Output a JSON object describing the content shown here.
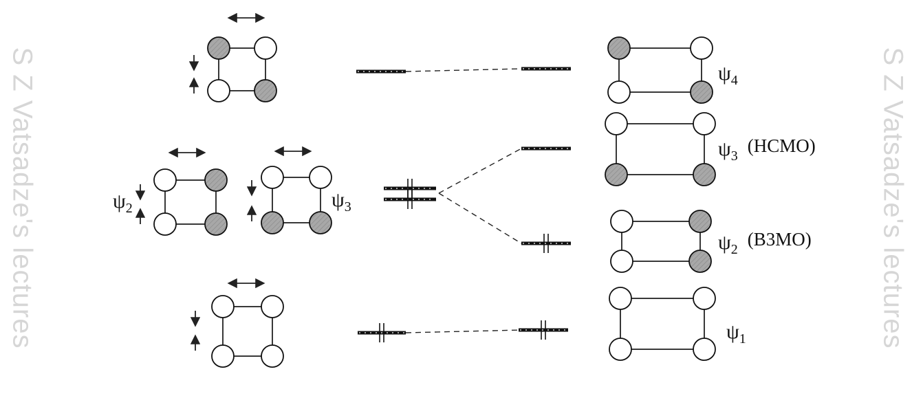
{
  "watermark": "S Z Vatsadze's lectures",
  "labels": {
    "psi4": {
      "main": "ψ",
      "sub": "4",
      "suffix": ""
    },
    "psi3": {
      "main": "ψ",
      "sub": "3",
      "suffix": "(HCMO)"
    },
    "psi2": {
      "main": "ψ",
      "sub": "2",
      "suffix": "(B3MO)"
    },
    "psi1": {
      "main": "ψ",
      "sub": "1",
      "suffix": ""
    },
    "left_psi2": {
      "main": "ψ",
      "sub": "2"
    },
    "left_psi3": {
      "main": "ψ",
      "sub": "3"
    }
  },
  "colors": {
    "shaded_lobe": "#a8a8a8",
    "line": "#222222",
    "level": "#111111",
    "watermark": "#d6d6d6"
  }
}
